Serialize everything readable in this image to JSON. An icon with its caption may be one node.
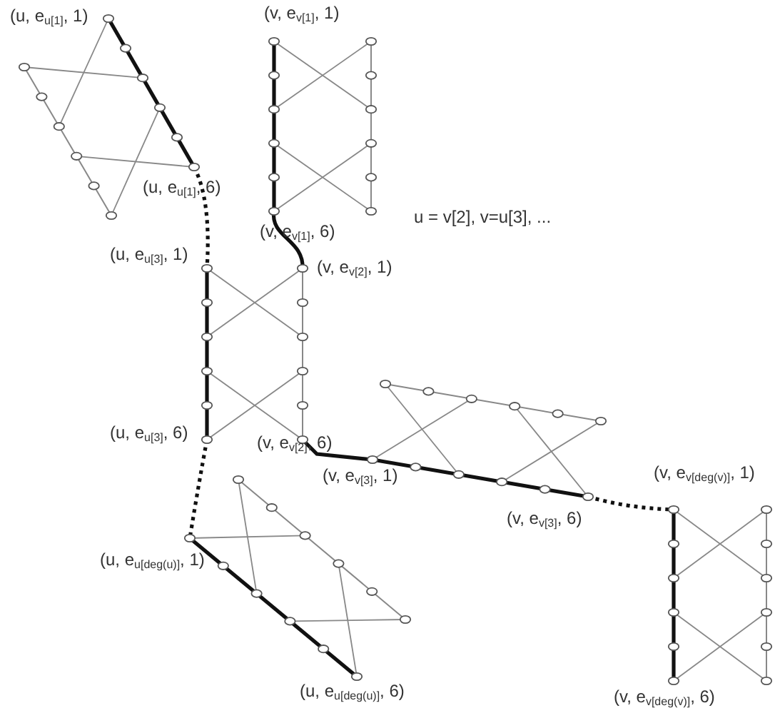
{
  "diagram": {
    "nodes": [
      {
        "text": [
          "(u, e$_{u[1]}$, 1)",
          "(u, e$_{u[1]}$, 6)"
        ]
      },
      {
        "text": [
          "(v, e$_{v[1]}$, 1)",
          "(v, e$_{v[1]}$, 6)"
        ]
      },
      {
        "text": [
          "(u, e$_{u[3]}$, 1)",
          "(v, e$_{v[2]}$, 1)",
          "(u, e$_{u[3]}$, 6)",
          "(v, e$_{v[2]}$, 6)"
        ]
      },
      {
        "text": [
          "(v, e$_{v[3]}$, 1)",
          "(v, e$_{v[3]}$, 6)"
        ]
      },
      {
        "text": [
          "(u, e$_{u[deg(u)]}$, 1)",
          "(u, e$_{u[deg(u)]}$, 6)"
        ]
      },
      {
        "text": [
          "(v, e$_{v[deg(v)]}$, 1)",
          "(v, e$_{v[deg(v)]}$, 6)"
        ]
      }
    ],
    "edges": [
      {
        "from": 0,
        "to": 2,
        "arrow": "none",
        "style": "dashed"
      },
      {
        "from": 1,
        "to": 2,
        "arrow": "none"
      },
      {
        "from": 2,
        "to": 4,
        "arrow": "none",
        "style": "dashed"
      },
      {
        "from": 2,
        "to": 3,
        "arrow": "none"
      },
      {
        "from": 3,
        "to": 5,
        "arrow": "none",
        "style": "dashed"
      }
    ],
    "labels": [
      "u = v[2], v=u[3], ..."
    ]
  }
}
